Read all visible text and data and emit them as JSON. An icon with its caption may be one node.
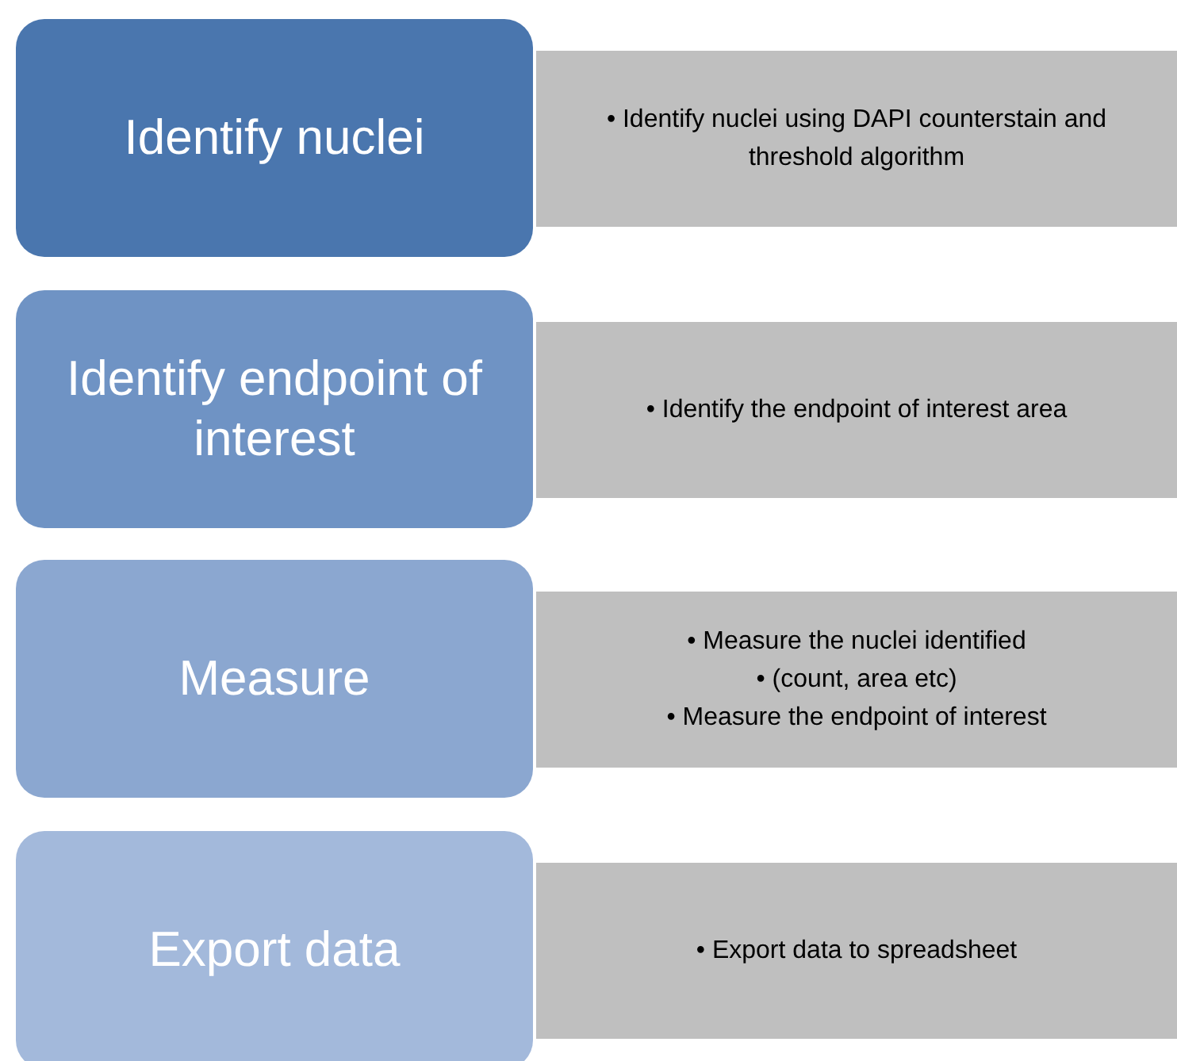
{
  "diagram": {
    "nodes": [
      {
        "text": [
          "Identify nuclei"
        ]
      },
      {
        "text": [
          "• Identify nuclei using DAPI counterstain and threshold algorithm"
        ]
      },
      {
        "text": [
          "Identify endpoint of interest"
        ]
      },
      {
        "text": [
          "• Identify the endpoint of interest area"
        ]
      },
      {
        "text": [
          "Measure"
        ]
      },
      {
        "text": [
          "• Measure the nuclei identified",
          "• (count, area etc)",
          "• Measure the endpoint of interest"
        ]
      },
      {
        "text": [
          "Export data"
        ]
      },
      {
        "text": [
          "• Export data to spreadsheet"
        ]
      }
    ]
  }
}
